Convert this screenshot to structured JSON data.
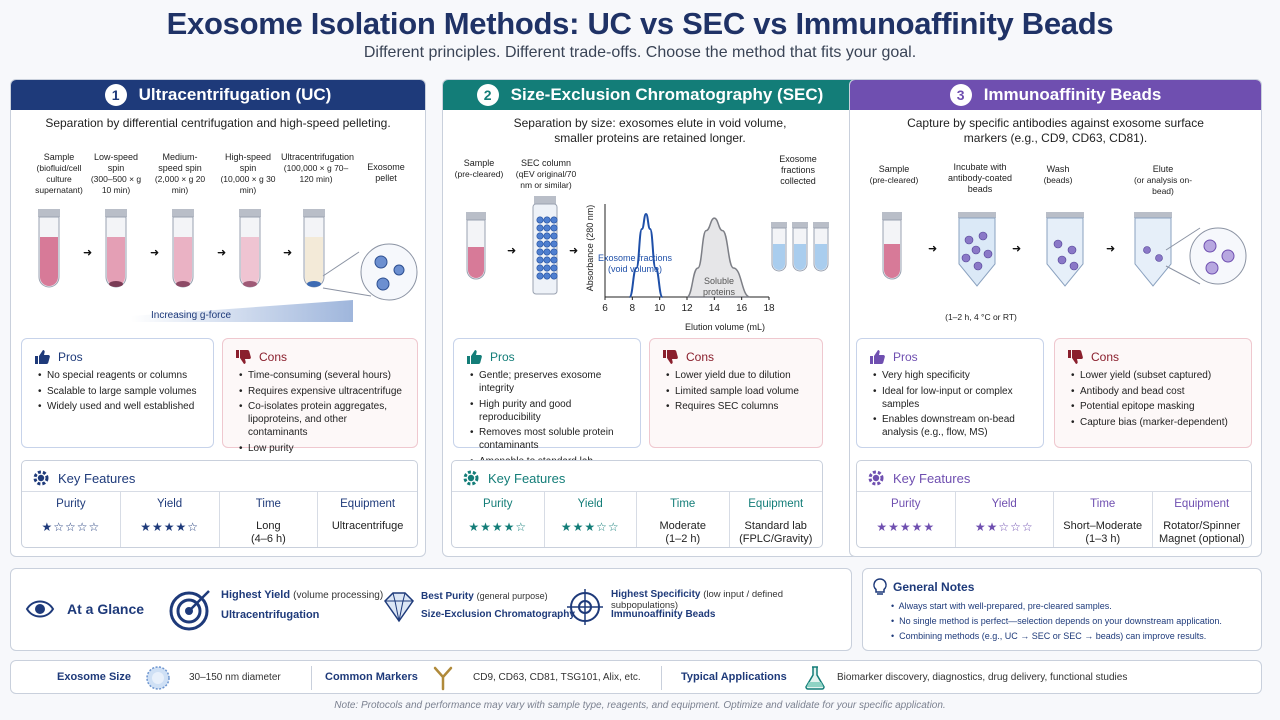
{
  "header": {
    "title": "Exosome Isolation Methods: UC vs SEC vs Immunoaffinity Beads",
    "subtitle": "Different principles. Different trade-offs. Choose the method that fits your goal."
  },
  "colors": {
    "uc": "#1e3a7a",
    "sec": "#137d78",
    "beads": "#6f4fb0",
    "cons": "#8a1f2d"
  },
  "panels": [
    {
      "number": "1",
      "title": "Ultracentrifugation (UC)",
      "description": "Separation by differential centrifugation and high-speed pelleting.",
      "steps": [
        {
          "name": "Sample",
          "detail": "(biofluid/cell culture supernatant)"
        },
        {
          "name": "Low-speed spin",
          "detail": "(300–500 × g 10 min)"
        },
        {
          "name": "Medium-speed spin",
          "detail": "(2,000 × g 20 min)"
        },
        {
          "name": "High-speed spin",
          "detail": "(10,000 × g 30 min)"
        },
        {
          "name": "Ultracentrifugation",
          "detail": "(100,000 × g 70–120 min)"
        },
        {
          "name": "Exosome pellet",
          "detail": ""
        }
      ],
      "gradient_label": "Increasing g-force",
      "pros_label": "Pros",
      "pros": [
        "No special reagents or columns",
        "Scalable to large sample volumes",
        "Widely used and well established"
      ],
      "cons_label": "Cons",
      "cons": [
        "Time-consuming (several hours)",
        "Requires expensive ultracentrifuge",
        "Co-isolates protein aggregates, lipoproteins, and other contaminants",
        "Low purity"
      ],
      "features_label": "Key Features",
      "features": [
        {
          "label": "Purity",
          "rating": 1
        },
        {
          "label": "Yield",
          "rating": 4
        },
        {
          "label": "Time",
          "value": "Long",
          "value2": "(4–6 h)"
        },
        {
          "label": "Equipment",
          "value": "Ultracentrifuge",
          "value2": ""
        }
      ]
    },
    {
      "number": "2",
      "title": "Size-Exclusion Chromatography (SEC)",
      "description": "Separation by size: exosomes elute in void volume, smaller proteins are retained longer.",
      "steps": [
        {
          "name": "Sample",
          "detail": "(pre-cleared)"
        },
        {
          "name": "SEC column",
          "detail": "(qEV original/70 nm or similar)"
        },
        {
          "name": "Exosome fractions collected",
          "detail": ""
        }
      ],
      "chart_data": {
        "type": "line",
        "xlabel": "Elution volume (mL)",
        "ylabel": "Absorbance (280 nm)",
        "xlim": [
          6,
          18
        ],
        "xticks": [
          6,
          8,
          10,
          12,
          14,
          16,
          18
        ],
        "series": [
          {
            "name": "Exosome fractions (void volume)",
            "peak_x": 9,
            "x": [
              7.8,
              8.3,
              8.7,
              9.0,
              9.3,
              9.7,
              10.2
            ],
            "y": [
              0.0,
              0.35,
              0.82,
              1.0,
              0.82,
              0.35,
              0.0
            ]
          },
          {
            "name": "Soluble proteins",
            "peak_x": 14,
            "x": [
              12.0,
              12.8,
              13.4,
              14.0,
              14.6,
              15.4,
              16.6
            ],
            "y": [
              0.0,
              0.35,
              0.8,
              0.95,
              0.8,
              0.35,
              0.0
            ]
          }
        ],
        "annotations": [
          "Exosome fractions",
          "(void volume)",
          "Soluble",
          "proteins"
        ]
      },
      "pros_label": "Pros",
      "pros": [
        "Gentle; preserves exosome integrity",
        "High purity and good reproducibility",
        "Removes most soluble protein contaminants",
        "Amenable to standard lab equipment"
      ],
      "cons_label": "Cons",
      "cons": [
        "Lower yield due to dilution",
        "Limited sample load volume",
        "Requires SEC columns"
      ],
      "features_label": "Key Features",
      "features": [
        {
          "label": "Purity",
          "rating": 4
        },
        {
          "label": "Yield",
          "rating": 3
        },
        {
          "label": "Time",
          "value": "Moderate",
          "value2": "(1–2 h)"
        },
        {
          "label": "Equipment",
          "value": "Standard lab",
          "value2": "(FPLC/Gravity)"
        }
      ]
    },
    {
      "number": "3",
      "title": "Immunoaffinity Beads",
      "description": "Capture by specific antibodies against exosome surface markers (e.g., CD9, CD63, CD81).",
      "steps": [
        {
          "name": "Sample",
          "detail": "(pre-cleared)"
        },
        {
          "name": "Incubate with antibody-coated beads",
          "detail": "(1–2 h, 4 °C or RT)"
        },
        {
          "name": "Wash",
          "detail": "(beads)"
        },
        {
          "name": "Elute",
          "detail": "(or analysis on-bead)"
        }
      ],
      "pros_label": "Pros",
      "pros": [
        "Very high specificity",
        "Ideal for low-input or complex samples",
        "Enables downstream on-bead analysis (e.g., flow, MS)"
      ],
      "cons_label": "Cons",
      "cons": [
        "Lower yield (subset captured)",
        "Antibody and bead cost",
        "Potential epitope masking",
        "Capture bias (marker-dependent)"
      ],
      "features_label": "Key Features",
      "features": [
        {
          "label": "Purity",
          "rating": 5
        },
        {
          "label": "Yield",
          "rating": 2
        },
        {
          "label": "Time",
          "value": "Short–Moderate",
          "value2": "(1–3 h)"
        },
        {
          "label": "Equipment",
          "value": "Rotator/Spinner",
          "value2": "Magnet (optional)"
        }
      ]
    }
  ],
  "glance": {
    "label": "At a Glance",
    "items": [
      {
        "title": "Highest Yield",
        "qualifier": "(volume processing)",
        "method": "Ultracentrifugation",
        "icon": "target-icon"
      },
      {
        "title": "Best Purity",
        "qualifier": "(general purpose)",
        "method": "Size-Exclusion Chromatography",
        "icon": "diamond-icon"
      },
      {
        "title": "Highest Specificity",
        "qualifier": "(low input / defined subpopulations)",
        "method": "Immunoaffinity Beads",
        "icon": "crosshair-icon"
      }
    ]
  },
  "notes": {
    "title": "General Notes",
    "items": [
      "Always start with well-prepared, pre-cleared samples.",
      "No single method is perfect—selection depends on your downstream application.",
      "Combining methods (e.g., UC → SEC or SEC → beads) can improve results."
    ]
  },
  "bottom": {
    "size_label": "Exosome Size",
    "size_value": "30–150 nm diameter",
    "markers_label": "Common Markers",
    "markers_value": "CD9, CD63, CD81, TSG101, Alix, etc.",
    "apps_label": "Typical Applications",
    "apps_value": "Biomarker discovery, diagnostics, drug delivery, functional studies"
  },
  "footnote": "Note: Protocols and performance may vary with sample type, reagents, and equipment. Optimize and validate for your specific application."
}
